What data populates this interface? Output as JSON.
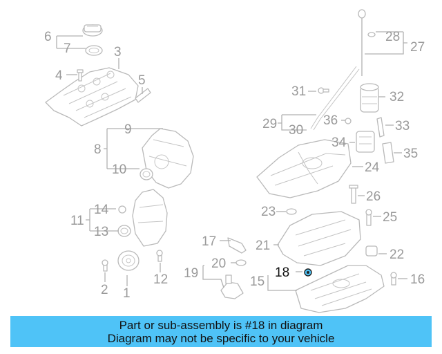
{
  "diagram": {
    "callouts": [
      "1",
      "2",
      "3",
      "4",
      "5",
      "6",
      "7",
      "8",
      "9",
      "10",
      "11",
      "12",
      "13",
      "14",
      "15",
      "16",
      "17",
      "18",
      "19",
      "20",
      "21",
      "22",
      "23",
      "24",
      "25",
      "26",
      "27",
      "28",
      "29",
      "30",
      "31",
      "32",
      "33",
      "34",
      "35",
      "36"
    ],
    "highlighted": "18",
    "highlight_color": "#4fc3f7"
  },
  "banner": {
    "line1": "Part or sub-assembly is #18 in diagram",
    "line2": "Diagram may not be specific to your vehicle",
    "background": "#4fc3f7"
  }
}
